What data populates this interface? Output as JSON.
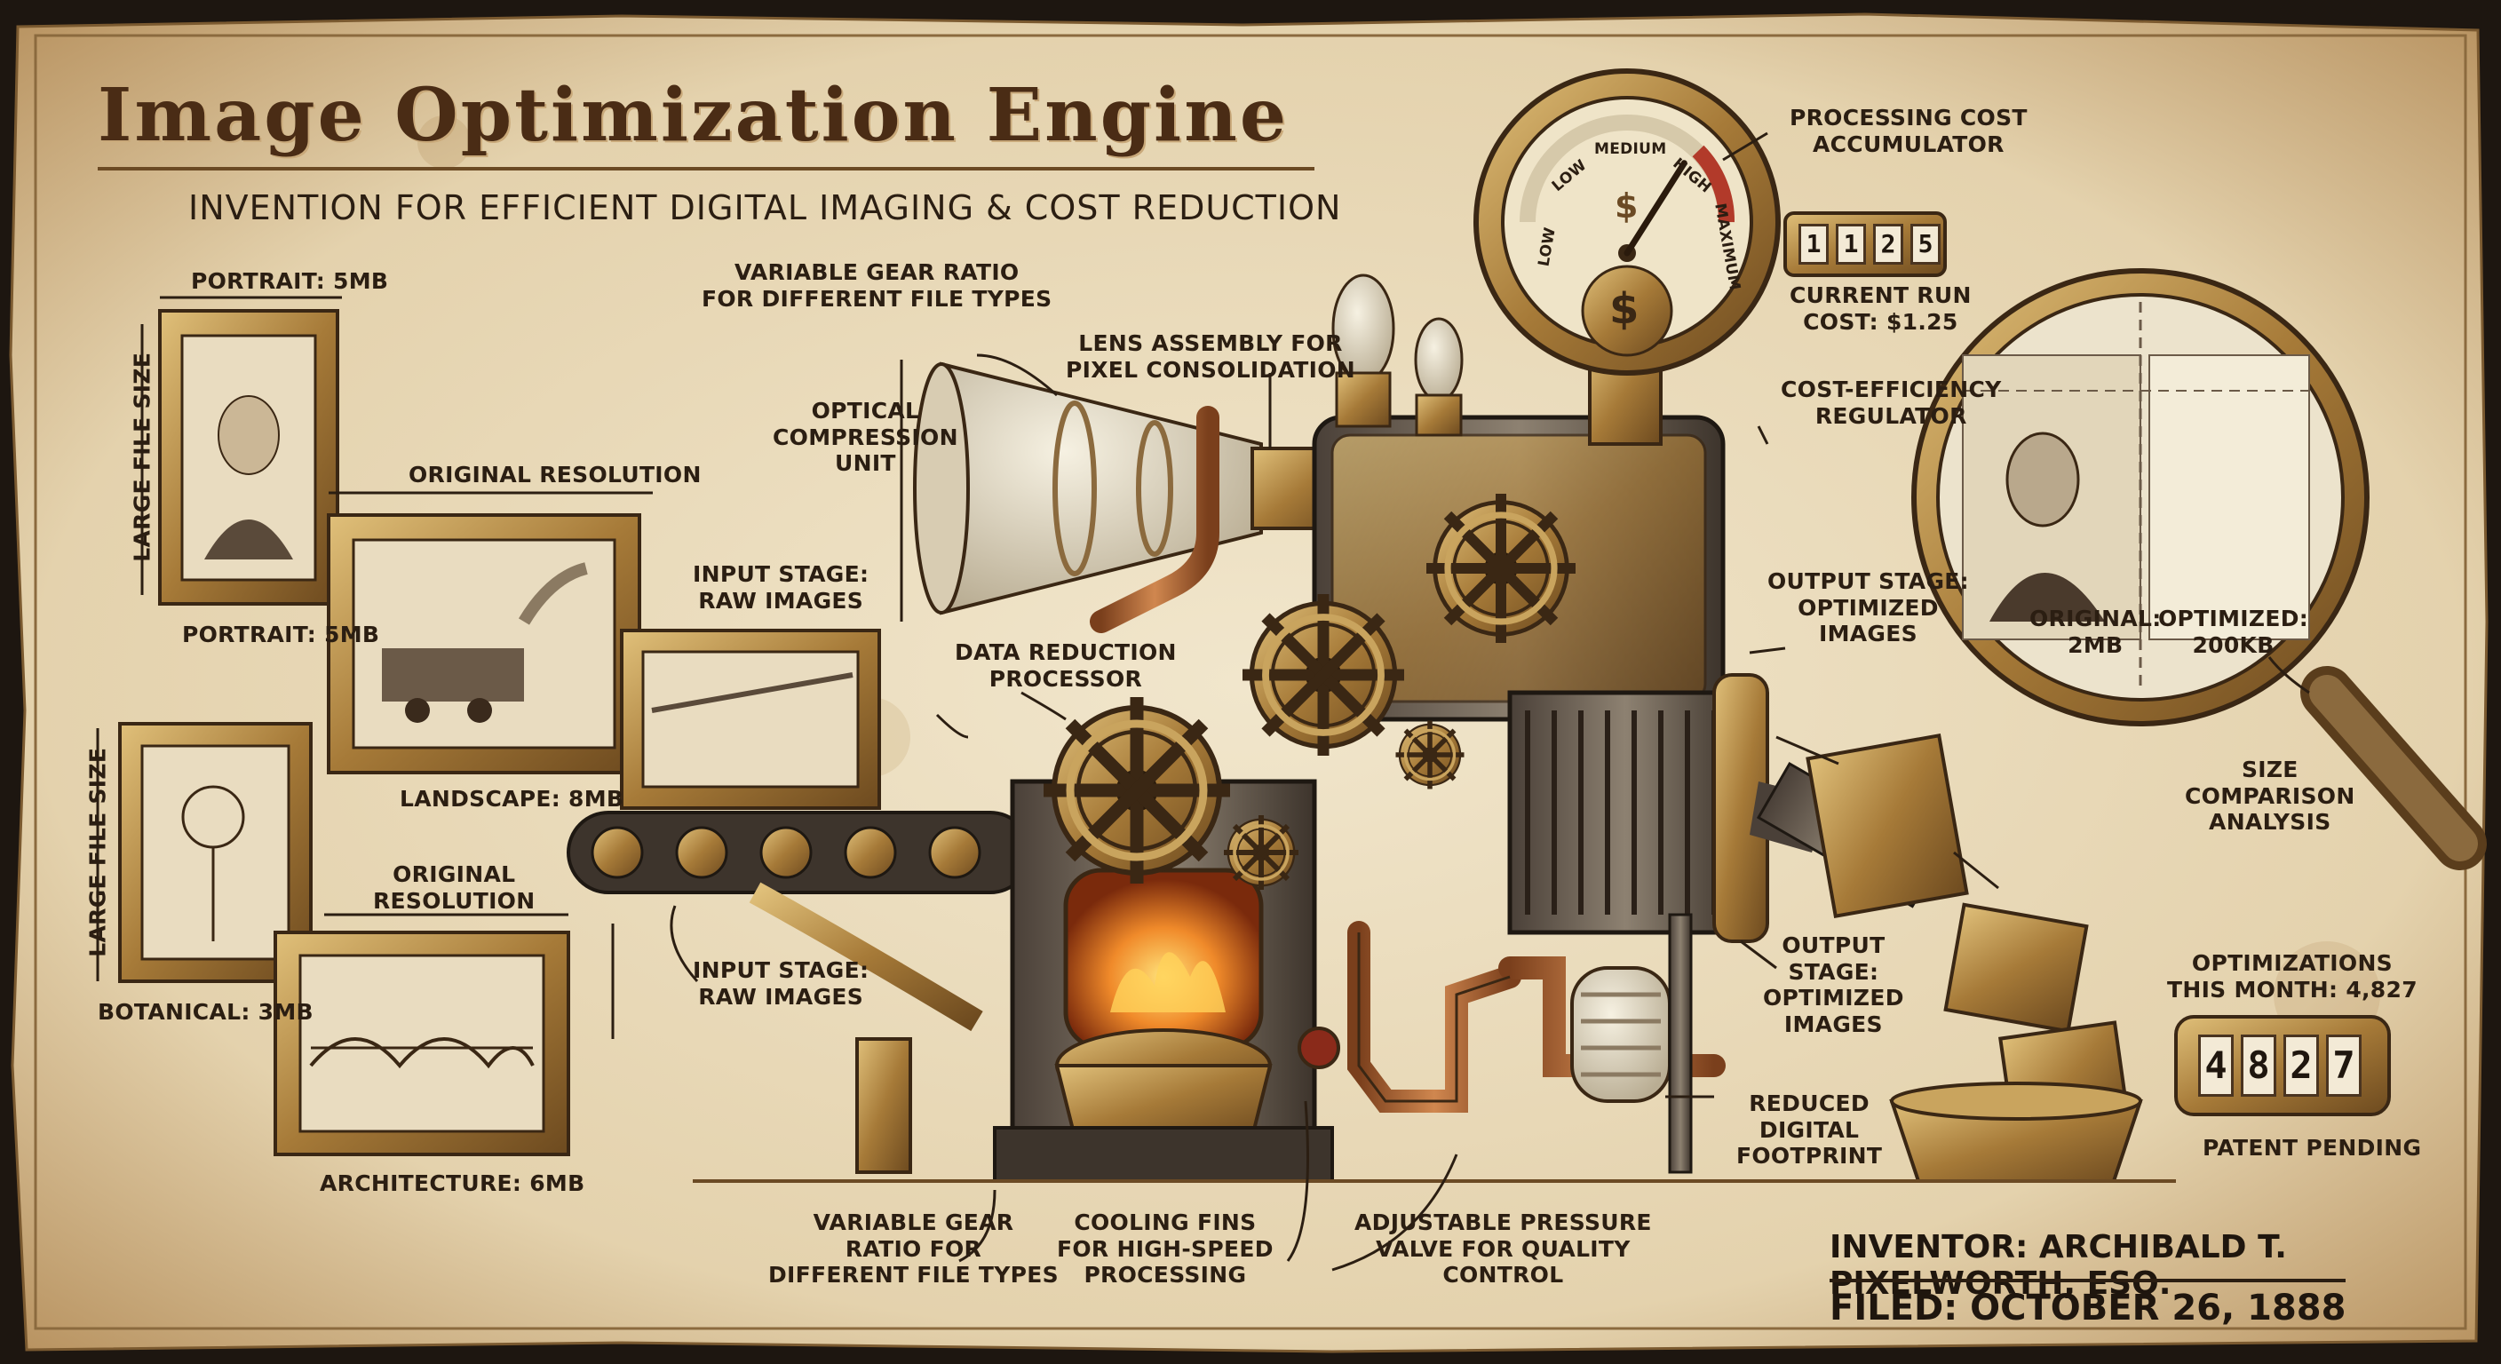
{
  "title": "Image Optimization Engine",
  "subtitle": "INVENTION FOR EFFICIENT DIGITAL IMAGING & COST REDUCTION",
  "inputs": {
    "portrait_top": "PORTRAIT: 5MB",
    "large_file_size_1": "LARGE FILE SIZE",
    "original_resolution_1": "ORIGINAL RESOLUTION",
    "portrait_bottom": "PORTRAIT: 5MB",
    "landscape": "LANDSCAPE: 8MB",
    "large_file_size_2": "LARGE FILE SIZE",
    "original_resolution_2": "ORIGINAL\nRESOLUTION",
    "botanical": "BOTANICAL: 3MB",
    "architecture": "ARCHITECTURE: 6MB"
  },
  "machine": {
    "variable_gear_top": "VARIABLE GEAR RATIO\nFOR DIFFERENT FILE TYPES",
    "lens_assembly": "LENS ASSEMBLY FOR\nPIXEL CONSOLIDATION",
    "optical_compression": "OPTICAL\nCOMPRESSION\nUNIT",
    "input_stage_top": "INPUT STAGE:\nRAW IMAGES",
    "data_reduction": "DATA REDUCTION\nPROCESSOR",
    "input_stage_bottom": "INPUT STAGE:\nRAW IMAGES",
    "variable_gear_bottom": "VARIABLE GEAR\nRATIO FOR\nDIFFERENT FILE TYPES",
    "cooling_fins": "COOLING FINS\nFOR HIGH-SPEED\nPROCESSING",
    "pressure_valve": "ADJUSTABLE PRESSURE\nVALVE FOR QUALITY\nCONTROL",
    "processing_cost": "PROCESSING COST\nACCUMULATOR",
    "current_run": "CURRENT RUN\nCOST: $1.25",
    "cost_efficiency": "COST-EFFICIENCY\nREGULATOR",
    "output_stage_top": "OUTPUT STAGE:\nOPTIMIZED\nIMAGES",
    "output_stage_bottom": "OUTPUT\nSTAGE:\nOPTIMIZED\nIMAGES",
    "reduced_footprint": "REDUCED\nDIGITAL\nFOOTPRINT"
  },
  "gauge": {
    "low_left": "LOW",
    "low": "LOW",
    "medium": "MEDIUM",
    "high": "HIGH",
    "maximum": "MAXIMUM",
    "symbol": "$",
    "level_fraction": 0.68
  },
  "cost_counter": [
    "1",
    "1",
    "2",
    "5"
  ],
  "comparison": {
    "original": "ORIGINAL:\n2MB",
    "optimized": "OPTIMIZED:\n200KB",
    "analysis": "SIZE\nCOMPARISON\nANALYSIS"
  },
  "stats": {
    "optimizations": "OPTIMIZATIONS\nTHIS MONTH: 4,827",
    "counter": [
      "4",
      "8",
      "2",
      "7"
    ],
    "patent": "PATENT PENDING"
  },
  "footer": {
    "inventor": "INVENTOR: ARCHIBALD T. PIXELWORTH, ESQ.",
    "filed": "FILED: OCTOBER 26, 1888"
  },
  "colors": {
    "parchment": "#e9dcc0",
    "ink": "#2b1e12",
    "brass": "#b58a45",
    "copper": "#b5693a",
    "fire": "#f08a2a"
  }
}
